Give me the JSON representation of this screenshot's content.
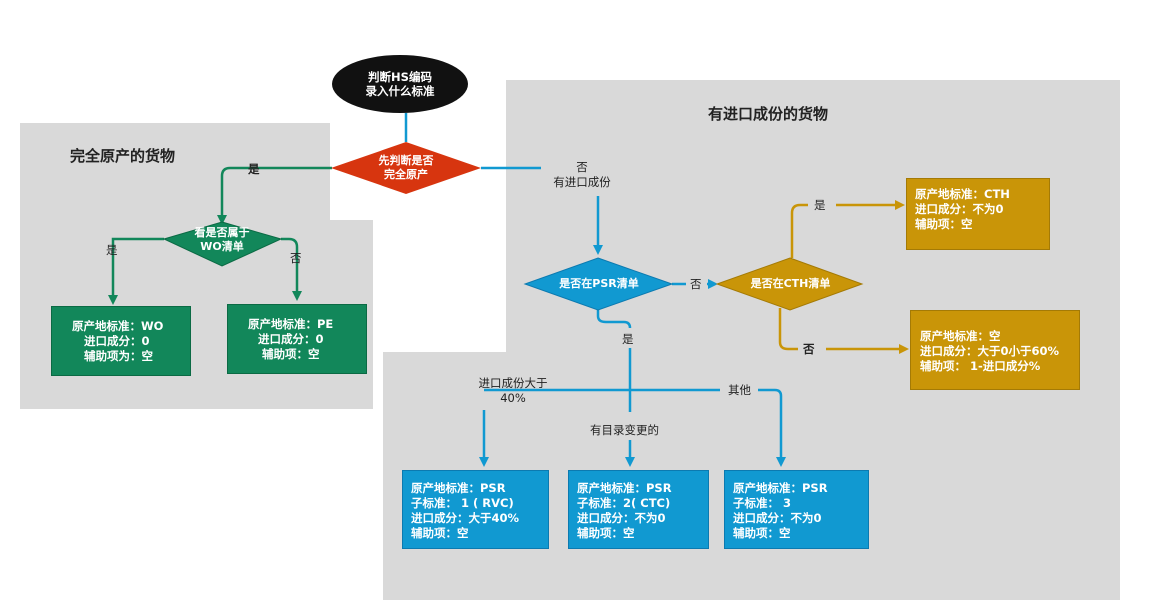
{
  "colors": {
    "panel": "#d9d9d9",
    "green": "#12875a",
    "blue": "#1199d1",
    "gold": "#c99508",
    "red": "#d7350f",
    "start": "#111111"
  },
  "panels": {
    "left_title": "完全原产的货物",
    "right_title": "有进口成份的货物"
  },
  "nodes": {
    "start": "判断HS编码\n录入什么标准",
    "first_check": "先判断是否\n完全原产",
    "wo_check": "看是否属于\nWO清单",
    "psr_check": "是否在PSR清单",
    "cth_check": "是否在CTH清单"
  },
  "labels": {
    "yes_left": "是",
    "no_right": "否\n有进口成份",
    "wo_yes": "是",
    "wo_no": "否",
    "psr_no": "否",
    "psr_yes": "是",
    "cth_yes": "是",
    "cth_no": "否",
    "branch_40": "进口成份大于\n40%",
    "branch_catalog": "有目录变更的",
    "branch_other": "其他"
  },
  "boxes": {
    "wo": [
      "原产地标准：WO",
      "进口成分：0",
      "辅助项为：空"
    ],
    "pe": [
      "原产地标准：PE",
      "进口成分：0",
      "辅助项：空"
    ],
    "cth": [
      "原产地标准：CTH",
      "进口成分：不为0",
      "辅助项：空"
    ],
    "empty": [
      "原产地标准：空",
      "进口成分：大于0小于60%",
      "辅助项： 1-进口成分%"
    ],
    "psr_rvc": [
      "原产地标准：PSR",
      "子标准： 1 ( RVC)",
      "进口成分：大于40%",
      "辅助项：空"
    ],
    "psr_ctc": [
      "原产地标准：PSR",
      "子标准：2( CTC)",
      "进口成分：不为0",
      "辅助项：空"
    ],
    "psr_3": [
      "原产地标准：PSR",
      "子标准： 3",
      "进口成分：不为0",
      "辅助项：空"
    ]
  }
}
